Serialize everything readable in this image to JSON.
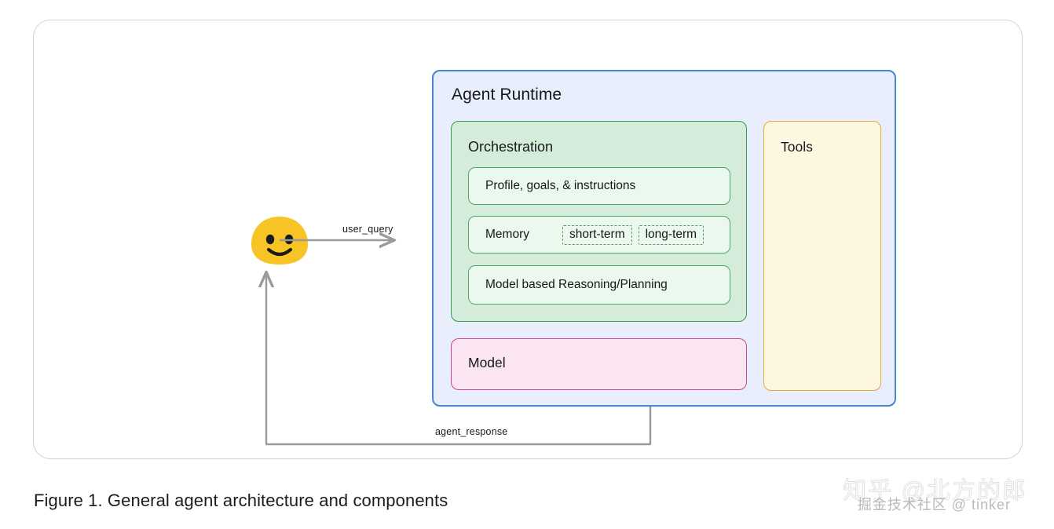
{
  "figure": {
    "caption": "Figure 1. General agent architecture and components"
  },
  "agent_runtime": {
    "title": "Agent Runtime",
    "border_color": "#4786cd",
    "fill_color": "#e8eefb"
  },
  "orchestration": {
    "title": "Orchestration",
    "border_color": "#2f9e4f",
    "fill_color": "#d4ecd9",
    "rows": [
      {
        "label": "Profile, goals, & instructions"
      },
      {
        "label": "Memory",
        "chips": [
          "short-term",
          "long-term"
        ]
      },
      {
        "label": "Model based Reasoning/Planning"
      }
    ]
  },
  "model": {
    "title": "Model",
    "border_color": "#c8469b",
    "fill_color": "#fce5f3"
  },
  "tools": {
    "title": "Tools",
    "border_color": "#e3a93a",
    "fill_color": "#fdf6e1"
  },
  "user": {
    "avatar_icon": "smiley-face-icon",
    "avatar_color": "#f7c325"
  },
  "flows": {
    "user_query": "user_query",
    "agent_response": "agent_response",
    "arrow_color": "#9a9a9c"
  },
  "watermark": {
    "main": "知乎 @北方的郎",
    "sub": "掘金技术社区 @ tinker"
  }
}
